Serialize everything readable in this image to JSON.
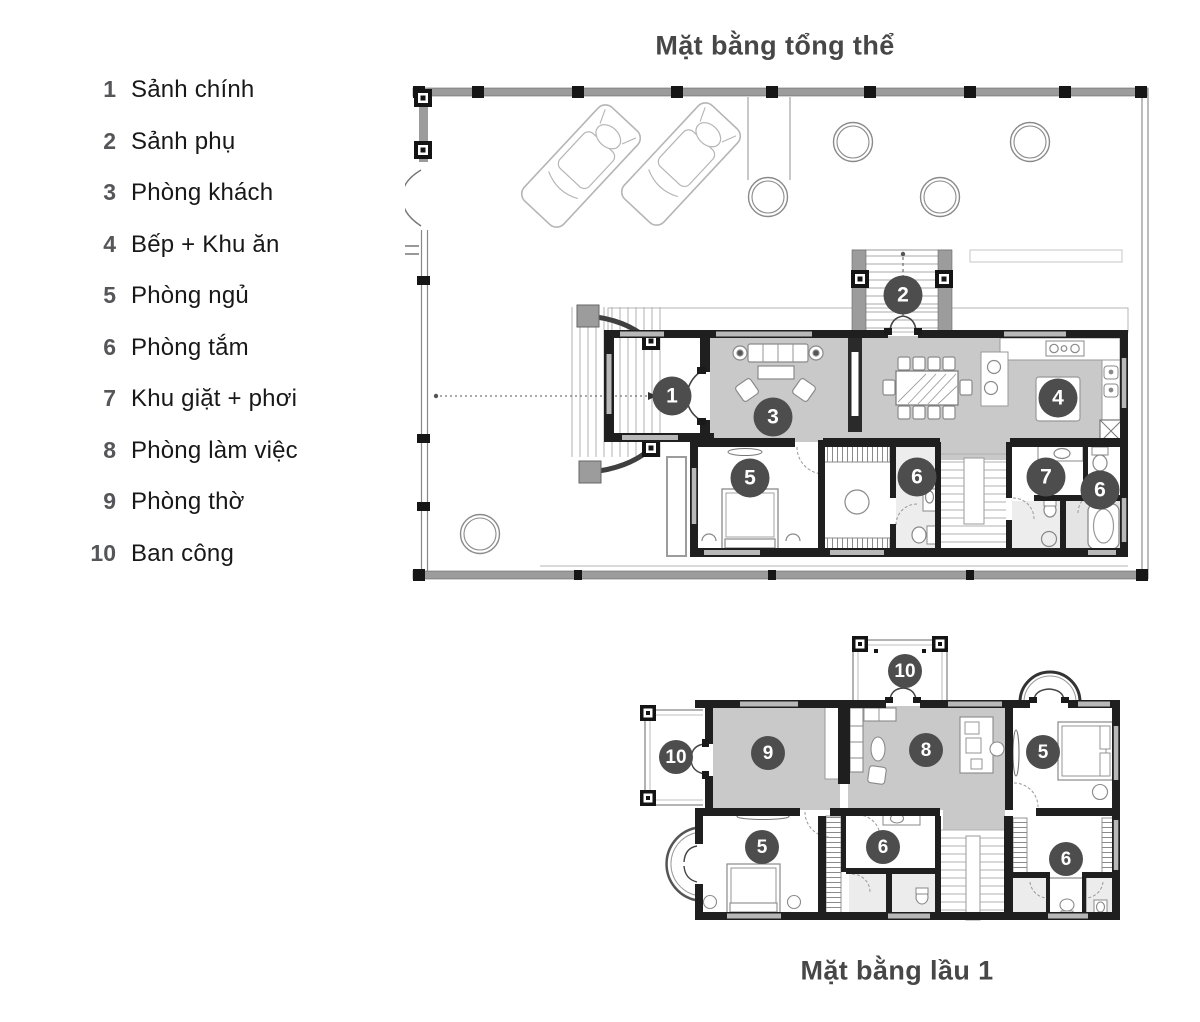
{
  "plan_top": {
    "title": "Mặt bằng tổng thể",
    "markers": [
      {
        "number": "1"
      },
      {
        "number": "2"
      },
      {
        "number": "3"
      },
      {
        "number": "4"
      },
      {
        "number": "5"
      },
      {
        "number": "6"
      },
      {
        "number": "7"
      },
      {
        "number": "6"
      }
    ]
  },
  "plan_bottom": {
    "title": "Mặt bằng lầu 1",
    "markers": [
      {
        "number": "10"
      },
      {
        "number": "10"
      },
      {
        "number": "9"
      },
      {
        "number": "8"
      },
      {
        "number": "5"
      },
      {
        "number": "5"
      },
      {
        "number": "6"
      },
      {
        "number": "6"
      }
    ]
  },
  "legend": {
    "items": [
      {
        "num": "1",
        "label": "Sảnh chính"
      },
      {
        "num": "2",
        "label": "Sảnh phụ"
      },
      {
        "num": "3",
        "label": "Phòng khách"
      },
      {
        "num": "4",
        "label": "Bếp + Khu ăn"
      },
      {
        "num": "5",
        "label": "Phòng ngủ"
      },
      {
        "num": "6",
        "label": "Phòng tắm"
      },
      {
        "num": "7",
        "label": "Khu giặt + phơi"
      },
      {
        "num": "8",
        "label": "Phòng làm việc"
      },
      {
        "num": "9",
        "label": "Phòng thờ"
      },
      {
        "num": "10",
        "label": "Ban công"
      }
    ]
  },
  "colors": {
    "marker_bg": "#4d4d4d",
    "room_shade": "#c9c9c9",
    "wall": "#1f1f1f",
    "site_wall": "#9c9c9c",
    "title_text": "#474747",
    "legend_text": "#181818"
  }
}
